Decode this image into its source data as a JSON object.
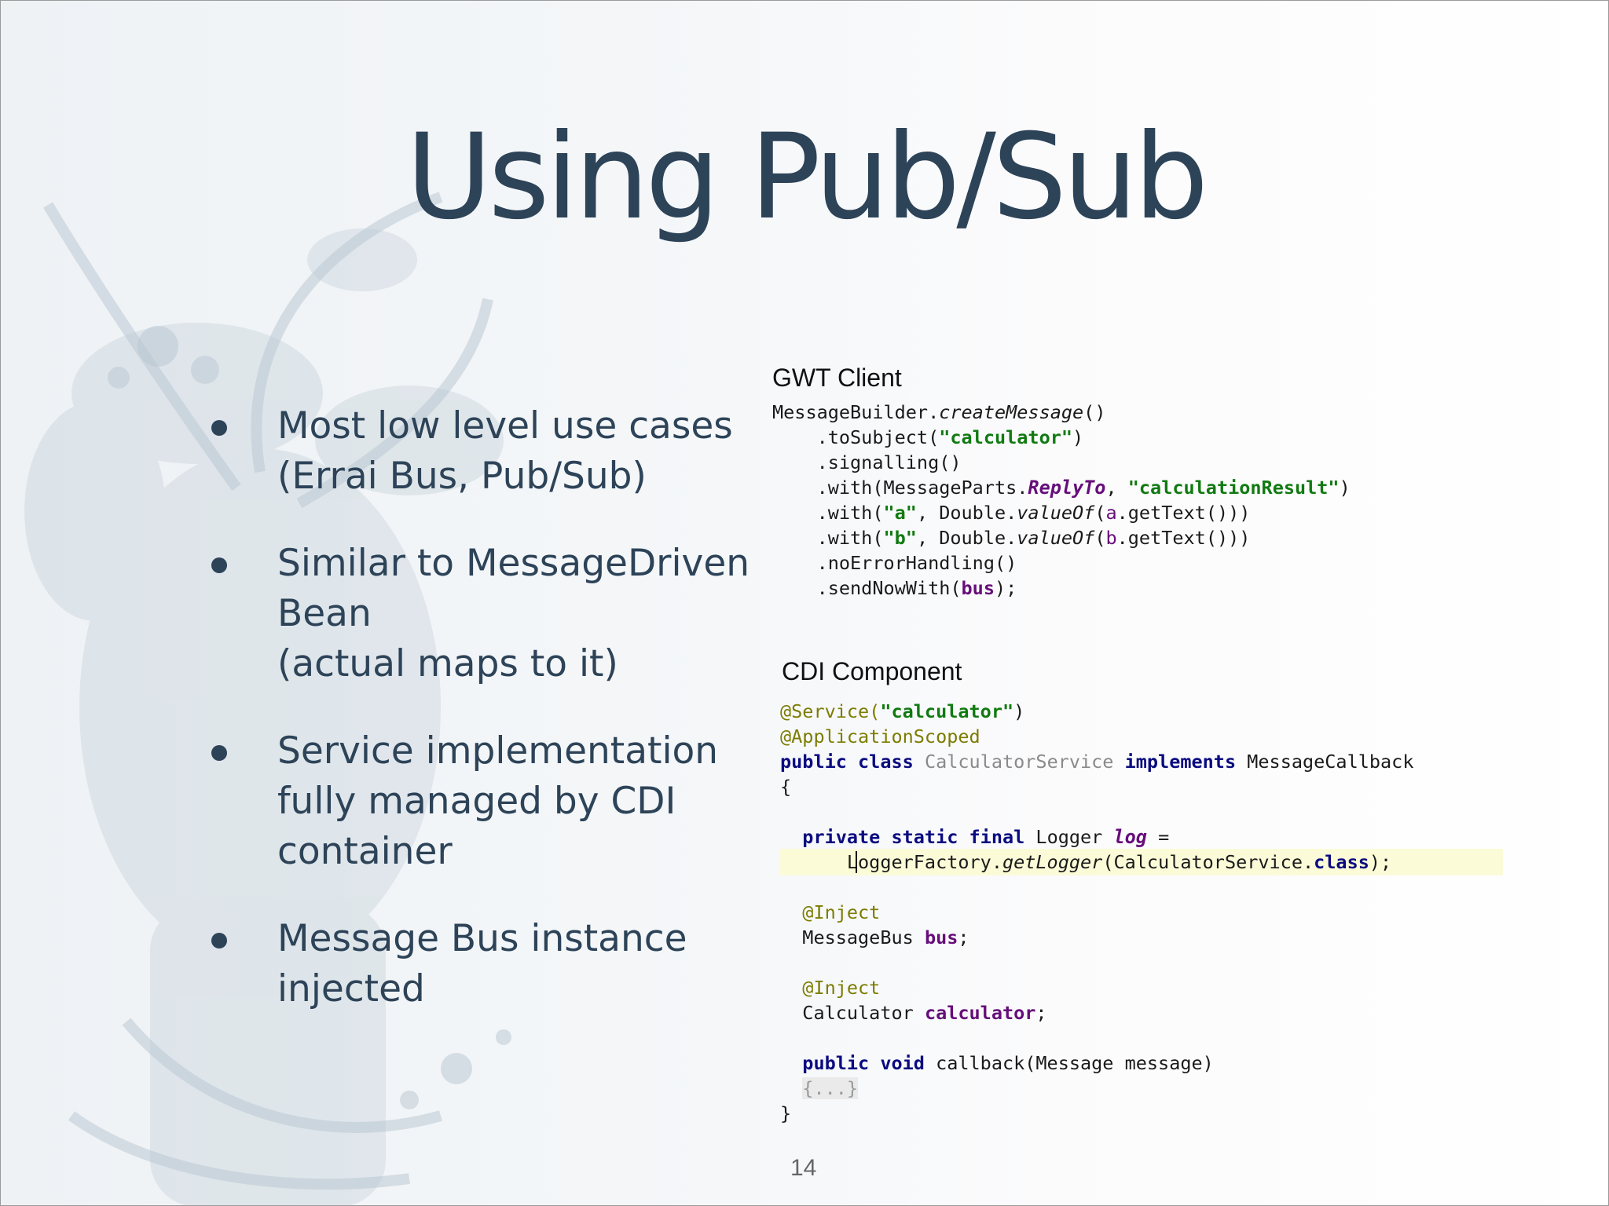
{
  "slide": {
    "title": "Using Pub/Sub",
    "bullets": [
      {
        "lines": [
          "Most low level use cases",
          "(Errai Bus, Pub/Sub)"
        ]
      },
      {
        "lines": [
          "Similar to MessageDriven",
          "Bean",
          "(actual maps to it)"
        ]
      },
      {
        "lines": [
          "Service implementation",
          "fully managed by CDI",
          "container"
        ]
      },
      {
        "lines": [
          "Message Bus instance",
          "injected"
        ]
      }
    ],
    "gwt_caption": "GWT Client",
    "cdi_caption": "CDI Component",
    "gwt_code": {
      "l1a": "MessageBuilder.",
      "l1b": "createMessage",
      "l1c": "()",
      "l2a": "    .toSubject(",
      "l2b": "\"calculator\"",
      "l2c": ")",
      "l3": "    .signalling()",
      "l4a": "    .with(MessageParts.",
      "l4b": "ReplyTo",
      "l4c": ", ",
      "l4d": "\"calculationResult\"",
      "l4e": ")",
      "l5a": "    .with(",
      "l5b": "\"a\"",
      "l5c": ", Double.",
      "l5d": "valueOf",
      "l5e": "(",
      "l5f": "a",
      "l5g": ".getText()))",
      "l6a": "    .with(",
      "l6b": "\"b\"",
      "l6c": ", Double.",
      "l6d": "valueOf",
      "l6e": "(",
      "l6f": "b",
      "l6g": ".getText()))",
      "l7": "    .noErrorHandling()",
      "l8a": "    .sendNowWith(",
      "l8b": "bus",
      "l8c": ");"
    },
    "cdi_code": {
      "l1a": "@Service(",
      "l1b": "\"calculator\"",
      "l1c": ")",
      "l2": "@ApplicationScoped",
      "l3a": "public class ",
      "l3b": "CalculatorService",
      "l3c": " implements ",
      "l3d": "MessageCallback",
      "l4": "{",
      "l5a": "  private static final ",
      "l5b": "Logger ",
      "l5c": "log",
      "l5d": " =",
      "l6a": "      LoggerFactory.",
      "l6b": "getLogger",
      "l6c": "(CalculatorService.",
      "l6d": "class",
      "l6e": ");",
      "l7": "  @Inject",
      "l8a": "  MessageBus ",
      "l8b": "bus",
      "l8c": ";",
      "l9": "  @Inject",
      "l10a": "  Calculator ",
      "l10b": "calculator",
      "l10c": ";",
      "l11a": "  public void ",
      "l11b": "callback(Message message)",
      "l12": "{...}",
      "l13": "}"
    },
    "page_number": "14"
  }
}
